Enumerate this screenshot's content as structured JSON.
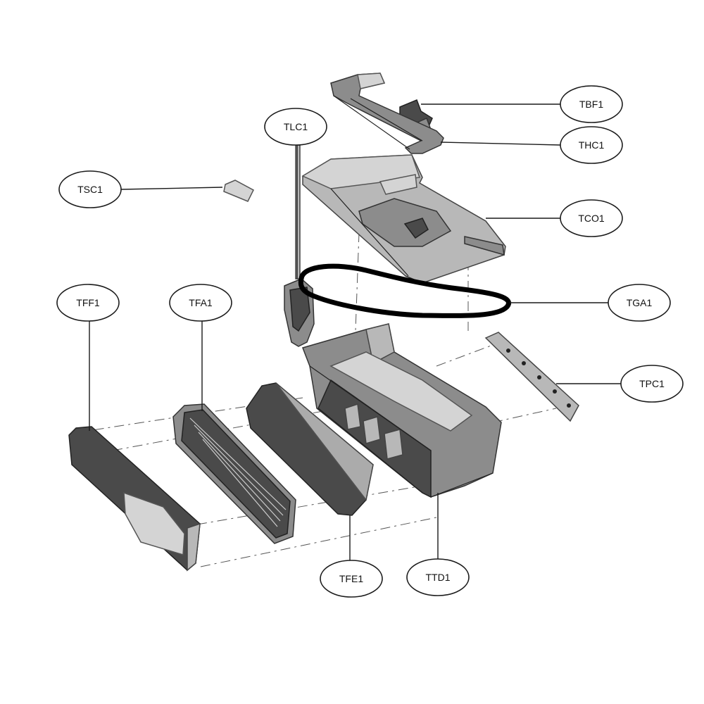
{
  "callouts": [
    {
      "id": "tbf1",
      "label": "TBF1"
    },
    {
      "id": "thc1",
      "label": "THC1"
    },
    {
      "id": "tlc1",
      "label": "TLC1"
    },
    {
      "id": "tsc1",
      "label": "TSC1"
    },
    {
      "id": "tco1",
      "label": "TCO1"
    },
    {
      "id": "tff1",
      "label": "TFF1"
    },
    {
      "id": "tfa1",
      "label": "TFA1"
    },
    {
      "id": "tga1",
      "label": "TGA1"
    },
    {
      "id": "tpc1",
      "label": "TPC1"
    },
    {
      "id": "tfe1",
      "label": "TFE1"
    },
    {
      "id": "ttd1",
      "label": "TTD1"
    }
  ],
  "colors": {
    "line": "#1a1a1a",
    "gasket": "#000000",
    "part_dark": "#4a4a4a",
    "part_light": "#b8b8b8"
  }
}
